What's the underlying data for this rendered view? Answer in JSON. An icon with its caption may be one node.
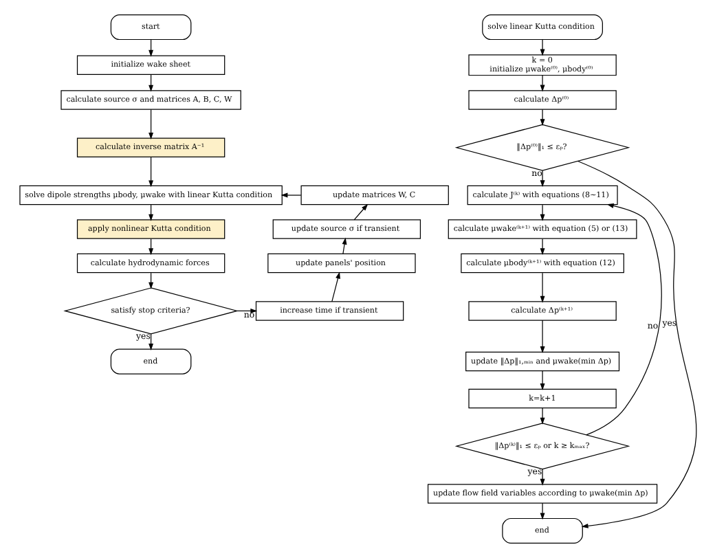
{
  "diagram": {
    "nodes": [
      {
        "text": [
          "start"
        ]
      },
      {
        "text": [
          "initialize wake sheet"
        ]
      },
      {
        "text": [
          "calculate source σ and matrices A, B, C, W"
        ]
      },
      {
        "text": [
          "calculate inverse matrix A⁻¹"
        ]
      },
      {
        "text": [
          "solve dipole strengths μbody, μwake with linear Kutta condition"
        ]
      },
      {
        "text": [
          "apply nonlinear Kutta condition"
        ]
      },
      {
        "text": [
          "calculate hydrodynamic forces"
        ]
      },
      {
        "text": [
          "satisfy stop criteria?"
        ]
      },
      {
        "text": [
          "end"
        ]
      },
      {
        "text": [
          "increase time if transient"
        ]
      },
      {
        "text": [
          "update panels' position"
        ]
      },
      {
        "text": [
          "update source σ if transient"
        ]
      },
      {
        "text": [
          "update matrices W, C"
        ]
      },
      {
        "text": [
          "solve linear Kutta condition"
        ]
      },
      {
        "text": [
          "k = 0",
          "initialize μwake⁽⁰⁾, μbody⁽⁰⁾"
        ]
      },
      {
        "text": [
          "calculate Δp⁽⁰⁾"
        ]
      },
      {
        "text": [
          "‖Δp⁽⁰⁾‖₁ ≤ εₚ?"
        ]
      },
      {
        "text": [
          "calculate J⁽ᵏ⁾ with equations (8~11)"
        ]
      },
      {
        "text": [
          "calculate μwake⁽ᵏ⁺¹⁾ with equation (5) or (13)"
        ]
      },
      {
        "text": [
          "calculate μbody⁽ᵏ⁺¹⁾ with equation (12)"
        ]
      },
      {
        "text": [
          "calculate Δp⁽ᵏ⁺¹⁾"
        ]
      },
      {
        "text": [
          "update ‖Δp‖₁,ₘᵢₙ and μwake(min Δp)"
        ]
      },
      {
        "text": [
          "k=k+1"
        ]
      },
      {
        "text": [
          "‖Δp⁽ᵏ⁾‖₁ ≤ εₚ or k ≥ kₘₐₓ?"
        ]
      },
      {
        "text": [
          "update flow field variables according to μwake(min Δp)"
        ]
      },
      {
        "text": [
          "end"
        ]
      }
    ],
    "edges": [
      {
        "from": 0,
        "to": 1,
        "arrow": "to"
      },
      {
        "from": 1,
        "to": 2,
        "arrow": "to"
      },
      {
        "from": 2,
        "to": 3,
        "arrow": "to"
      },
      {
        "from": 3,
        "to": 4,
        "arrow": "to"
      },
      {
        "from": 4,
        "to": 5,
        "arrow": "to"
      },
      {
        "from": 5,
        "to": 6,
        "arrow": "to"
      },
      {
        "from": 6,
        "to": 7,
        "arrow": "to"
      },
      {
        "from": 7,
        "to": 9,
        "arrow": "to",
        "label": "no"
      },
      {
        "from": 9,
        "to": 10,
        "arrow": "to"
      },
      {
        "from": 10,
        "to": 11,
        "arrow": "to"
      },
      {
        "from": 11,
        "to": 12,
        "arrow": "to"
      },
      {
        "from": 12,
        "to": 4,
        "arrow": "to"
      },
      {
        "from": 7,
        "to": 8,
        "arrow": "to",
        "label": "yes"
      },
      {
        "from": 13,
        "to": 14,
        "arrow": "to"
      },
      {
        "from": 14,
        "to": 15,
        "arrow": "to"
      },
      {
        "from": 15,
        "to": 16,
        "arrow": "to"
      },
      {
        "from": 16,
        "to": 17,
        "arrow": "to",
        "label": "no"
      },
      {
        "from": 16,
        "to": 25,
        "arrow": "to",
        "label": "yes"
      },
      {
        "from": 17,
        "to": 18,
        "arrow": "to"
      },
      {
        "from": 18,
        "to": 19,
        "arrow": "to"
      },
      {
        "from": 19,
        "to": 20,
        "arrow": "to"
      },
      {
        "from": 20,
        "to": 21,
        "arrow": "to"
      },
      {
        "from": 21,
        "to": 22,
        "arrow": "to"
      },
      {
        "from": 22,
        "to": 23,
        "arrow": "to"
      },
      {
        "from": 23,
        "to": 17,
        "arrow": "to",
        "label": "no"
      },
      {
        "from": 23,
        "to": 24,
        "arrow": "to",
        "label": "yes"
      },
      {
        "from": 24,
        "to": 25,
        "arrow": "to"
      }
    ]
  }
}
